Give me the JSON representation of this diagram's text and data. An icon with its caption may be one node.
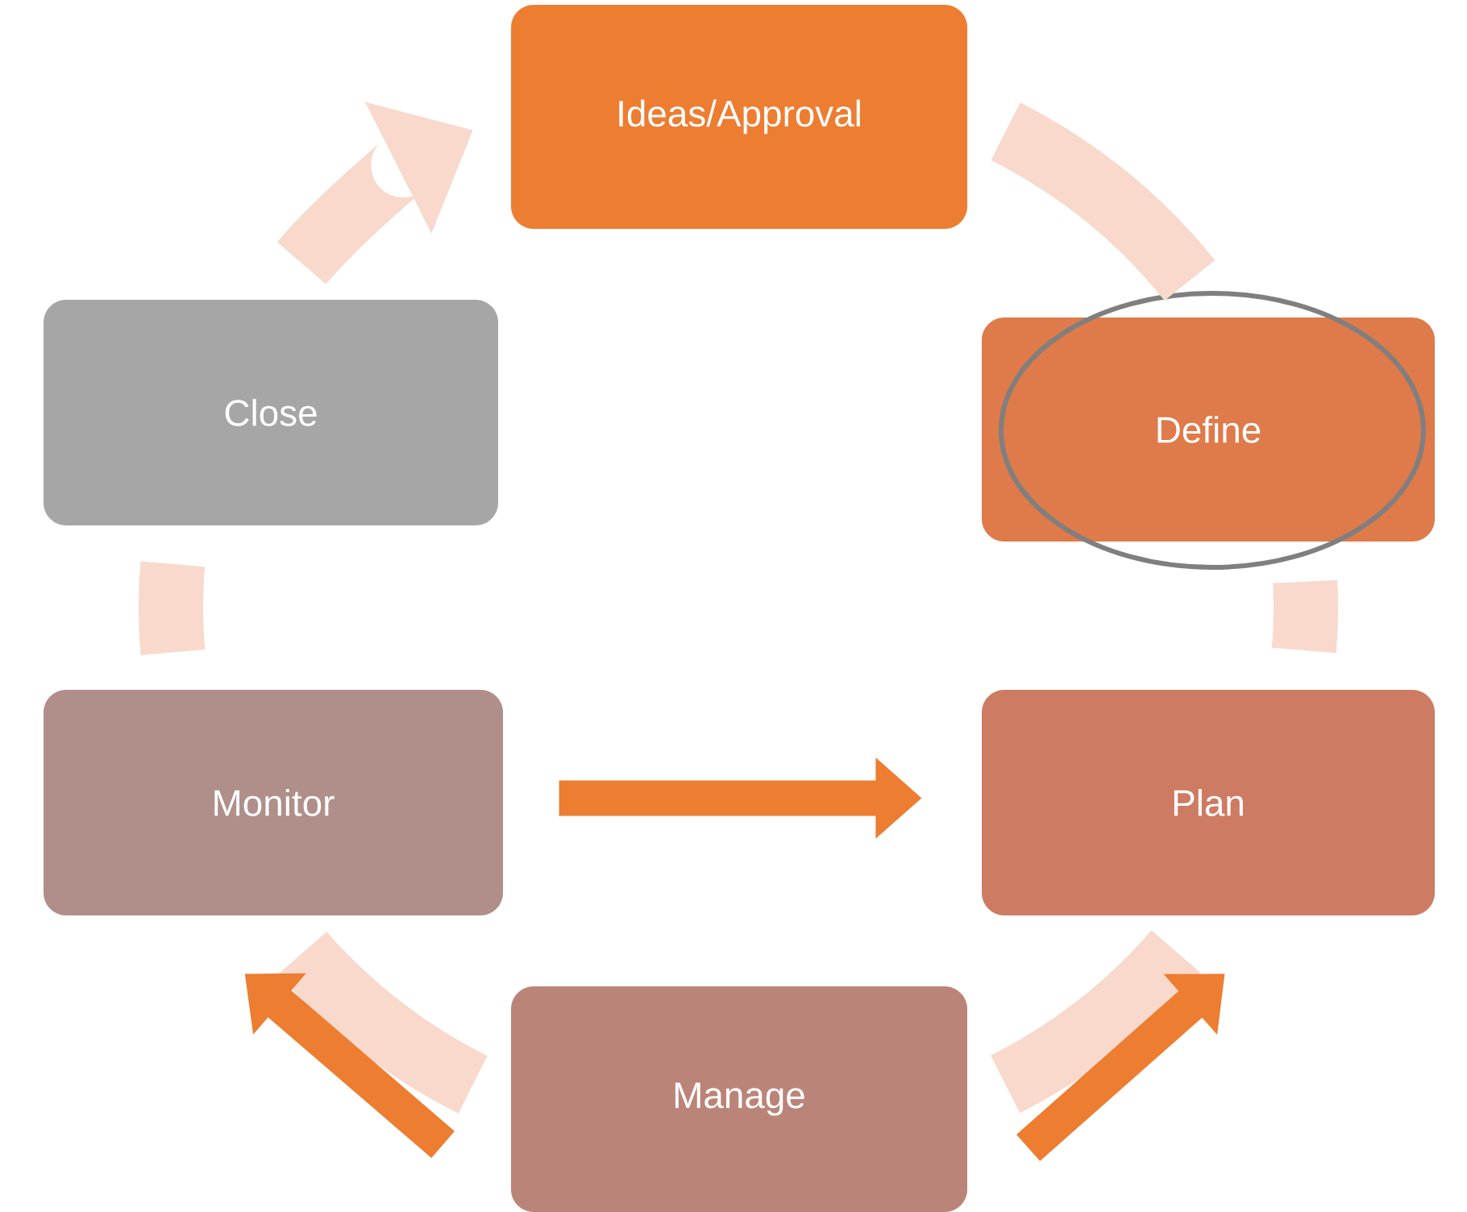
{
  "diagram": {
    "nodes": [
      {
        "text": [
          "Ideas/Approval"
        ]
      },
      {
        "text": [
          "Define"
        ]
      },
      {
        "text": [
          "Plan"
        ]
      },
      {
        "text": [
          "Manage"
        ]
      },
      {
        "text": [
          "Monitor"
        ]
      },
      {
        "text": [
          "Close"
        ]
      }
    ],
    "edges": [
      {
        "from": 5,
        "to": 0,
        "arrow": "to"
      },
      {
        "from": 0,
        "to": 1,
        "arrow": "none"
      },
      {
        "from": 1,
        "to": 2,
        "arrow": "none"
      },
      {
        "from": 2,
        "to": 3,
        "arrow": "none"
      },
      {
        "from": 3,
        "to": 4,
        "arrow": "none"
      },
      {
        "from": 4,
        "to": 5,
        "arrow": "none"
      },
      {
        "from": 4,
        "to": 2,
        "arrow": "to",
        "color": "#ed7d31"
      },
      {
        "from": 3,
        "to": 4,
        "arrow": "to",
        "color": "#ed7d31"
      },
      {
        "from": 3,
        "to": 2,
        "arrow": "to",
        "color": "#ed7d31"
      }
    ]
  }
}
